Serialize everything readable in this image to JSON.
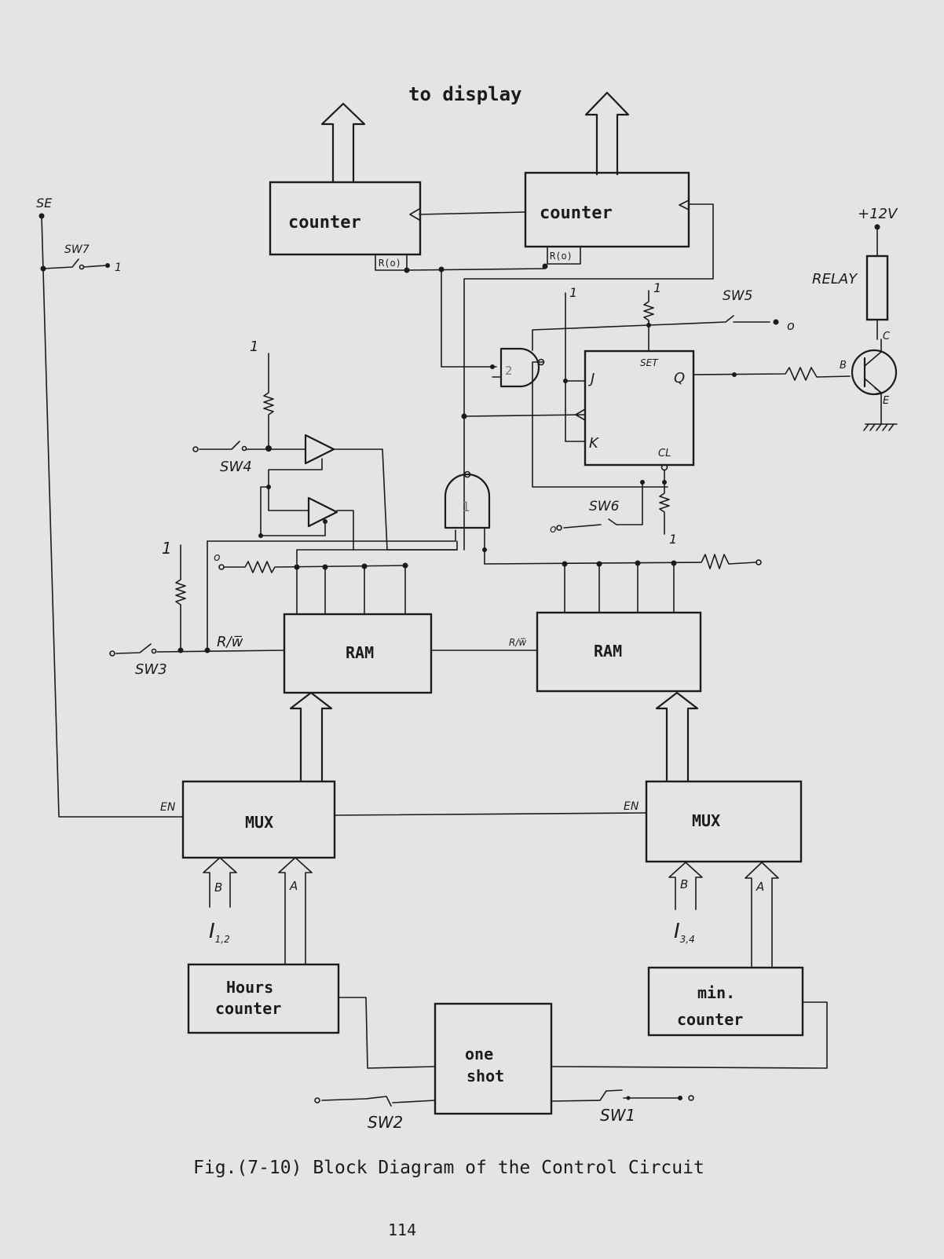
{
  "diagram": {
    "top_label": "to display",
    "counter_left": "counter",
    "counter_right": "counter",
    "counter_left_reset": "R(o)",
    "counter_right_reset": "R(o)",
    "ram_left": "RAM",
    "ram_right": "RAM",
    "rw_left": "R/w̅",
    "rw_right": "R/w̅",
    "mux_left": "MUX",
    "mux_right": "MUX",
    "en_left": "EN",
    "en_right": "EN",
    "hours_counter_line1": "Hours",
    "hours_counter_line2": "counter",
    "min_counter_line1": "min.",
    "min_counter_line2": "counter",
    "one_shot_line1": "one",
    "one_shot_line2": "shot",
    "input_b": "B",
    "input_a": "A",
    "input_i12": "I",
    "input_i12_sub": "1,2",
    "input_i34": "I",
    "input_i34_sub": "3,4",
    "flipflop": {
      "j": "J",
      "k": "K",
      "q": "Q",
      "set": "SET",
      "clear": "CL"
    },
    "gate1": "1",
    "gate2": "2",
    "transistor": {
      "b": "B",
      "c": "C",
      "e": "E"
    },
    "supply": "+12V",
    "relay": "RELAY",
    "se": "SE",
    "logic_one": "1",
    "logic_zero": "o",
    "switches": {
      "sw1": "SW",
      "sw1_sub": "1",
      "sw2": "SW",
      "sw2_sub": "2",
      "sw3": "SW",
      "sw3_sub": "3",
      "sw4": "SW",
      "sw4_sub": "4",
      "sw5": "SW",
      "sw5_sub": "5",
      "sw6": "SW",
      "sw6_sub": "6",
      "sw7": "SW",
      "sw7_sub": "7"
    }
  },
  "caption": "Fig.(7-10) Block Diagram of the Control Circuit",
  "page_number": "114"
}
